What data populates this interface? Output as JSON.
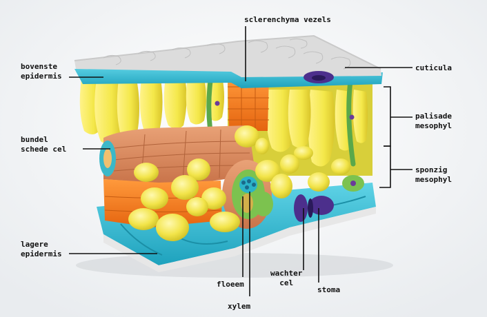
{
  "labels": {
    "sclerenchyma": "sclerenchyma vezels",
    "bovenste_1": "bovenste",
    "bovenste_2": "epidermis",
    "cuticula": "cuticula",
    "palisade_1": "palisade",
    "palisade_2": "mesophyl",
    "bundel_1": "bundel",
    "bundel_2": "schede cel",
    "sponzig_1": "sponzig",
    "sponzig_2": "mesophyl",
    "lagere_1": "lagere",
    "lagere_2": "epidermis",
    "wachter_1": "wachter",
    "wachter_2": "cel",
    "stoma": "stoma",
    "floeem": "floeem",
    "xylem": "xylem"
  },
  "colors": {
    "background": "#f4f5f7",
    "cuticle": "#dcdcdc",
    "epidermis": "#33b9d0",
    "palisade": "#f2ea4a",
    "sclerenchyma": "#f07a1e",
    "bundle_sheath": "#d98a5a",
    "spongy": "#f2e84a",
    "guard_cell": "#4a2a8a"
  }
}
